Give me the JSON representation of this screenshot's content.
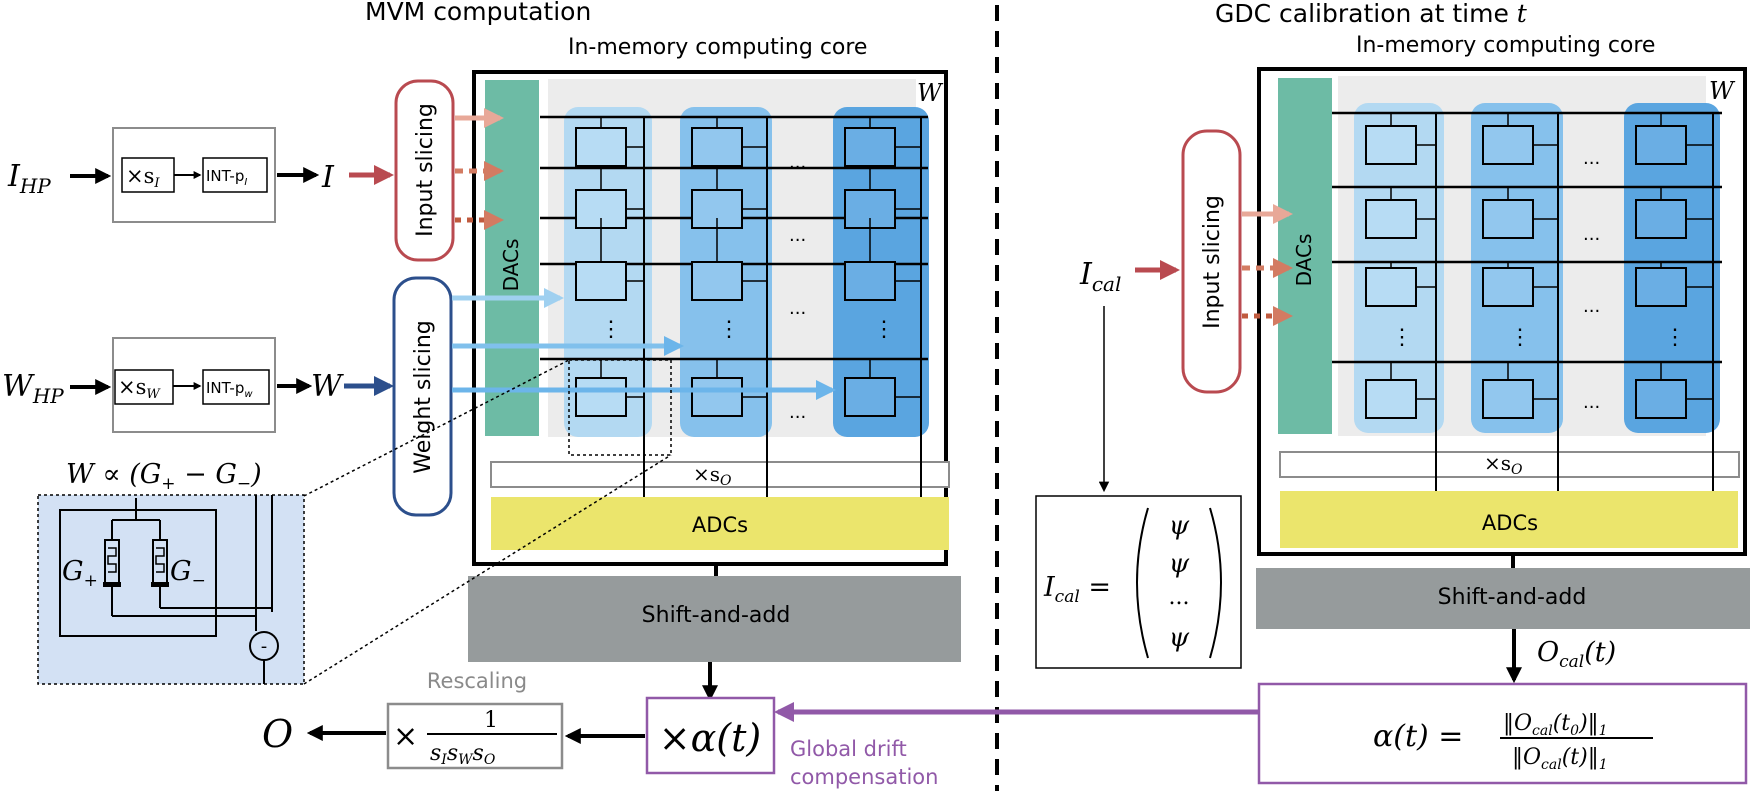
{
  "left_panel": {
    "title": "MVM computation",
    "core_label": "In-memory computing core",
    "weight_symbol": "W",
    "input_hp": "I",
    "input_hp_sub": "HP",
    "weight_hp": "W",
    "weight_hp_sub": "HP",
    "input_scale_box": "×s",
    "input_scale_sub": "I",
    "input_int_box": "INT-p",
    "input_int_sub": "I",
    "input_out": "I",
    "weight_scale_box": "×s",
    "weight_scale_sub": "W",
    "weight_int_box": "INT-p",
    "weight_int_sub": "w",
    "weight_out": "W",
    "input_slicing": "Input slicing",
    "weight_slicing": "Weight slicing",
    "dacs": "DACs",
    "output_scale": "×s",
    "output_scale_sub": "O",
    "adcs": "ADCs",
    "shift_add": "Shift-and-add",
    "alpha_box": "×α(t)",
    "rescaling_label": "Rescaling",
    "rescale_times": "×",
    "rescale_num": "1",
    "rescale_den": "s",
    "rescale_den_sub1": "I",
    "rescale_den_mid": "s",
    "rescale_den_sub2": "W",
    "rescale_den_end": "s",
    "rescale_den_sub3": "O",
    "output": "O",
    "gdc_label_line1": "Global drift",
    "gdc_label_line2": "compensation",
    "ellipsis": "...",
    "vdots": "⋮",
    "inset_formula": "W ∝ (G",
    "inset_formula_plus": "+",
    "inset_formula_mid": " − G",
    "inset_formula_minus": "−",
    "inset_formula_end": ")",
    "g_plus": "G",
    "g_plus_sub": "+",
    "g_minus": "G",
    "g_minus_sub": "−",
    "minus_sign": "-"
  },
  "right_panel": {
    "title": "GDC calibration at time ",
    "title_t": "t",
    "core_label": "In-memory computing core",
    "weight_symbol": "W",
    "input_cal": "I",
    "input_cal_sub": "cal",
    "input_slicing": "Input slicing",
    "dacs": "DACs",
    "output_scale": "×s",
    "output_scale_sub": "O",
    "adcs": "ADCs",
    "shift_add": "Shift-and-add",
    "ocal": "O",
    "ocal_sub": "cal",
    "ocal_arg": "(t)",
    "ical_lhs": "I",
    "ical_lhs_sub": "cal",
    "ical_eq": " =",
    "psi": "ψ",
    "ical_dots": "...",
    "alpha_lhs": "α(t) =",
    "alpha_num": "‖O",
    "alpha_num_sub": "cal",
    "alpha_num_arg": "(t",
    "alpha_num_arg_sub": "0",
    "alpha_num_end": ")‖",
    "alpha_num_end_sub": "1",
    "alpha_den": "‖O",
    "alpha_den_sub": "cal",
    "alpha_den_end": "(t)‖",
    "alpha_den_end_sub": "1",
    "ellipsis": "...",
    "vdots": "⋮"
  },
  "colors": {
    "dac_green": "#6dbba5",
    "col_light": "#b3d9f2",
    "col_mid": "#86c1ec",
    "col_dark": "#5aa5e0",
    "adc_yellow": "#ebe56c",
    "shift_gray": "#969b9c",
    "input_red": "#b94a50",
    "weight_blue": "#2c4f8c",
    "gdc_purple": "#9159a8",
    "rescale_gray": "#9a9a9a",
    "inset_blue": "#d3e1f4",
    "core_bg": "#ececec"
  }
}
